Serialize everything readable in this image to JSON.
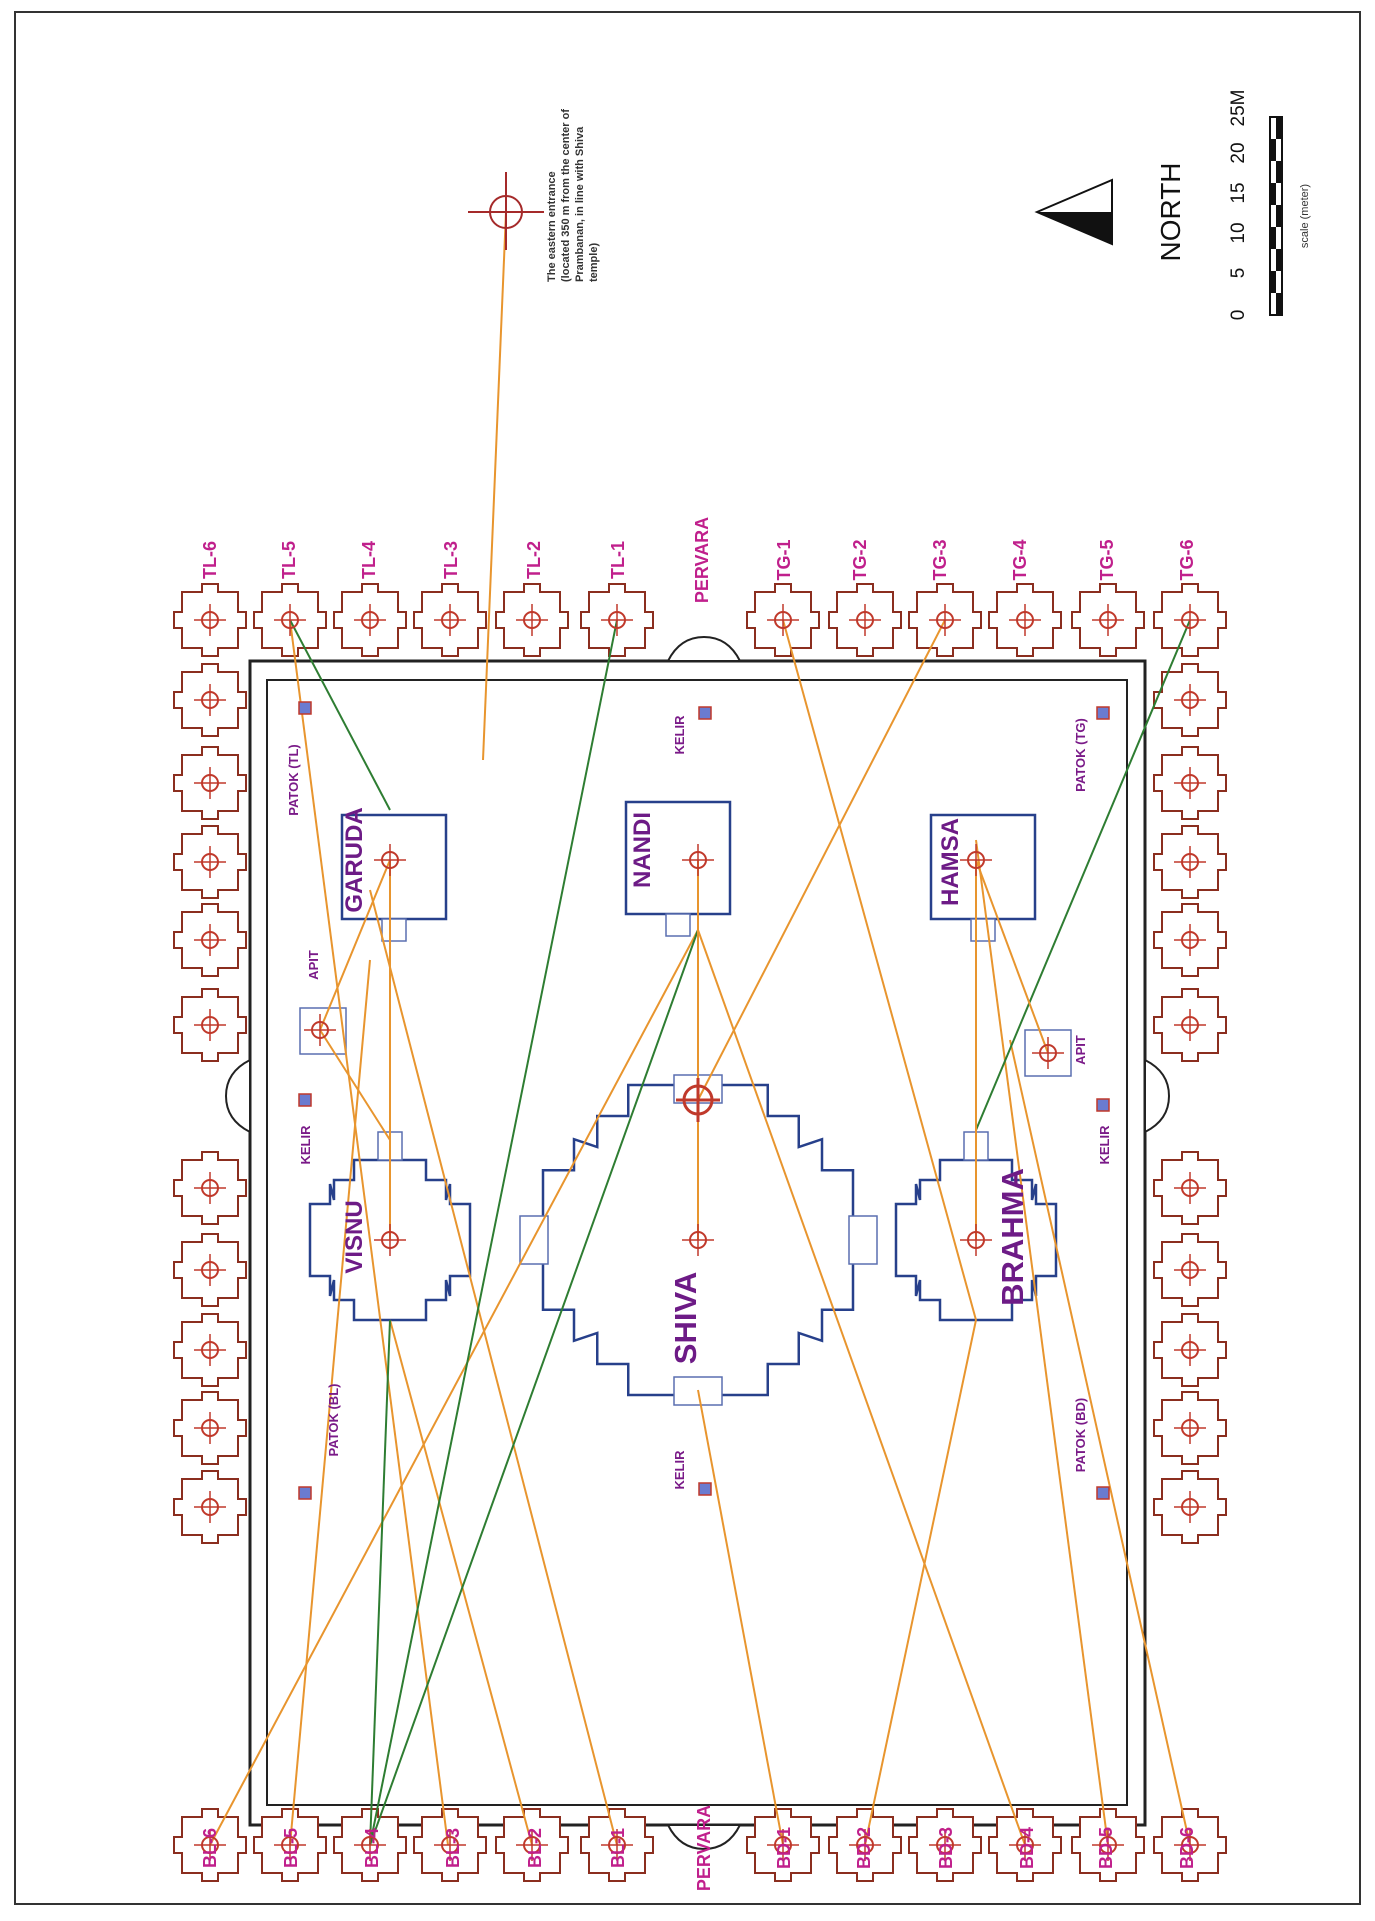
{
  "colors": {
    "perwara": "#8b2e1f",
    "temple_outline": "#27408b",
    "marker": "#c0392b",
    "label_pink": "#c0208c",
    "label_purple": "#6d1b86",
    "line_orange": "#e8952e",
    "line_green": "#2e7d32",
    "wall": "#222222"
  },
  "icons": {
    "entrance": "crosshair-circle-icon",
    "north": "north-arrow-icon",
    "patok": "patok-square-icon",
    "kelir": "kelir-square-icon"
  },
  "labels": {
    "tl": [
      "TL-6",
      "TL-5",
      "TL-4",
      "TL-3",
      "TL-2",
      "TL-1"
    ],
    "tg": [
      "TG-1",
      "TG-2",
      "TG-3",
      "TG-4",
      "TG-5",
      "TG-6"
    ],
    "bl": [
      "BL-6",
      "BL-5",
      "BL-4",
      "BL-3",
      "BL-2",
      "BL-1"
    ],
    "bd": [
      "BD-1",
      "BD-2",
      "BD-3",
      "BD-4",
      "BD-5",
      "BD-6"
    ],
    "pervara": "PERVARA",
    "temples": {
      "garuda": "GARUDA",
      "nandi": "NANDI",
      "hamsa": "HAMSA",
      "visnu": "VISNU",
      "shiva": "SHIVA",
      "brahma": "BRAHMA"
    },
    "apit": "APIT",
    "kelir": "KELIR",
    "patok_tl": "PATOK (TL)",
    "patok_tg": "PATOK (TG)",
    "patok_bl": "PATOK (BL)",
    "patok_bd": "PATOK (BD)"
  },
  "entrance_note": [
    "The eastern entrance",
    "(located 350 m from the center of",
    "Prambanan, in line with Shiva",
    "temple)"
  ],
  "north": "NORTH",
  "scale": {
    "ticks": [
      "0",
      "5",
      "10",
      "15",
      "20",
      "25M"
    ],
    "caption": "scale (meter)"
  }
}
